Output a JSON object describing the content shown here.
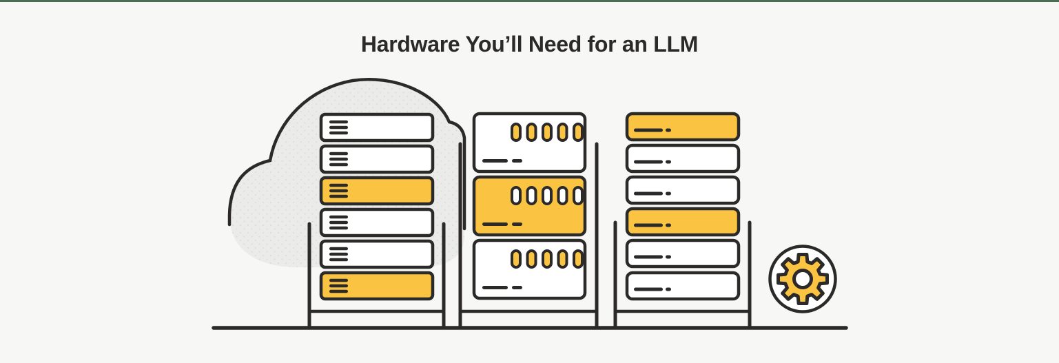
{
  "title": {
    "text": "Hardware You’ll Need for an LLM"
  },
  "colors": {
    "background": "#f7f7f5",
    "top_border": "#4a6e52",
    "outline": "#2b2a28",
    "accent_yellow": "#fbc342",
    "unit_white": "#ffffff",
    "cloud_fill": "#ebebe9",
    "cloud_dot": "#dddddc"
  },
  "illustration": {
    "decorations": [
      "cloud-shape",
      "gear-icon",
      "ground-line"
    ],
    "racks": [
      {
        "id": "left",
        "icon": "menu-bars",
        "bars_per_unit": 3,
        "units": [
          "white",
          "white",
          "yellow",
          "white",
          "white",
          "yellow"
        ]
      },
      {
        "id": "middle",
        "icon": "vent-slots",
        "slots_per_unit": 5,
        "units": [
          "white",
          "yellow",
          "white"
        ]
      },
      {
        "id": "right",
        "icon": "label-dash-dot",
        "units": [
          "yellow",
          "white",
          "white",
          "yellow",
          "white",
          "white"
        ]
      }
    ]
  }
}
